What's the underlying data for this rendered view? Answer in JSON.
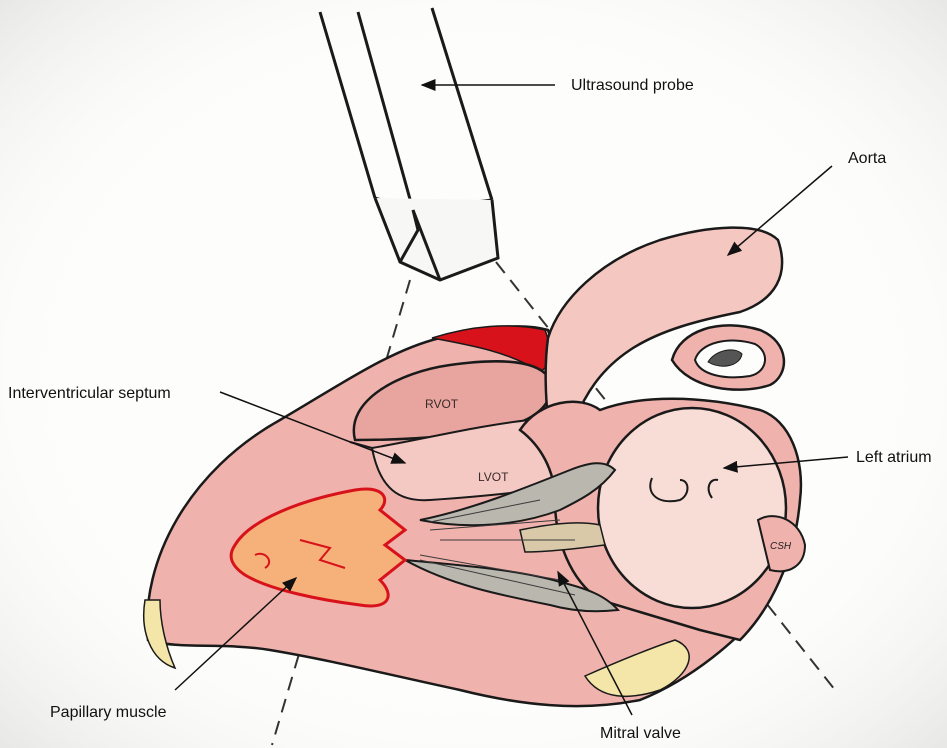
{
  "diagram": {
    "labels": {
      "ultrasound_probe": "Ultrasound probe",
      "aorta": "Aorta",
      "interventricular_septum": "Interventricular septum",
      "left_atrium": "Left atrium",
      "papillary_muscle": "Papillary muscle",
      "mitral_valve": "Mitral valve"
    },
    "inner_labels": {
      "rvot": "RVOT",
      "lvot": "LVOT",
      "csh": "CSH"
    },
    "colors": {
      "myocardium": "#f0b2ad",
      "myocardium_dark": "#e58f88",
      "aorta": "#f4c7c1",
      "left_atrium": "#f8dcd6",
      "valve_gray": "#b9b7ae",
      "papillary": "#f6b07a",
      "highlight_red": "#d8121a",
      "fat_yellow": "#f3e6a8",
      "ink": "#1a1a1a"
    }
  }
}
